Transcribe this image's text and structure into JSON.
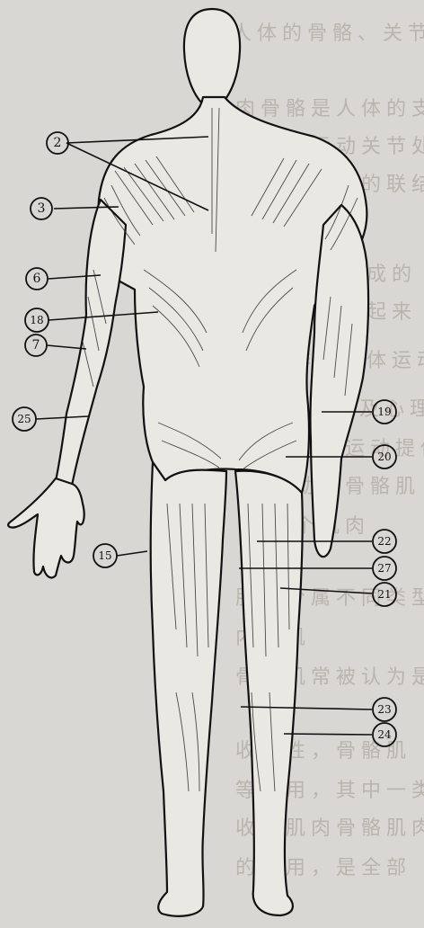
{
  "background_text": [
    "人体的骨骼、关节、肌",
    "肉骨骼是人体的支架",
    "在骨骼运动关节处",
    "骨骼与骨骼的联结",
    "所有骨骼构成的",
    "和关节连接起来",
    "同时作为人体运动",
    "以及心理上",
    "为人体运动提供",
    "运动由骨骼肌",
    "一个肌肉",
    "肌肉分属不同类型",
    "内脏肌",
    "骨骼肌常被认为是",
    "收缩性，骨骼肌",
    "等作用，其中一类",
    "收缩肌肉骨骼肌肉",
    "的作用，是全部"
  ],
  "labels": {
    "l2": "2",
    "l3": "3",
    "l6": "6",
    "l18": "18",
    "l7": "7",
    "l25": "25",
    "l15": "15",
    "l19": "19",
    "l20": "20",
    "l22": "22",
    "l27": "27",
    "l21": "21",
    "l23": "23",
    "l24": "24"
  },
  "colors": {
    "paper": "#d9d7d3",
    "ink": "#111111",
    "ghost_text": "#b8b5ae"
  }
}
